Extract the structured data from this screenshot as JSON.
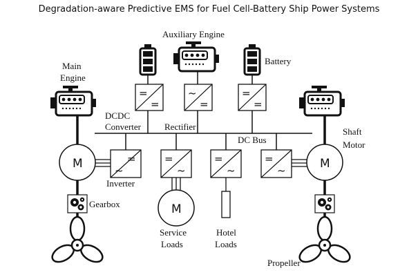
{
  "title": "Degradation-aware Predictive EMS for Fuel Cell-Battery Ship Power Systems",
  "labels": {
    "auxiliary_engine": "Auxiliary Engine",
    "battery": "Battery",
    "main_engine_1": "Main",
    "main_engine_2": "Engine",
    "dcdc_1": "DCDC",
    "dcdc_2": "Converter",
    "rectifier": "Rectifier",
    "dc_bus": "DC Bus",
    "shaft_motor_1": "Shaft",
    "shaft_motor_2": "Motor",
    "inverter": "Inverter",
    "gearbox": "Gearbox",
    "service_loads_1": "Service",
    "service_loads_2": "Loads",
    "hotel_loads_1": "Hotel",
    "hotel_loads_2": "Loads",
    "propeller": "Propeller",
    "motor_symbol": "M"
  },
  "converter_symbols": {
    "dc": "=",
    "ac": "~"
  },
  "icons": [
    "battery-icon",
    "engine-icon",
    "gearbox-icon",
    "propeller-icon",
    "motor-icon",
    "converter-icon"
  ]
}
